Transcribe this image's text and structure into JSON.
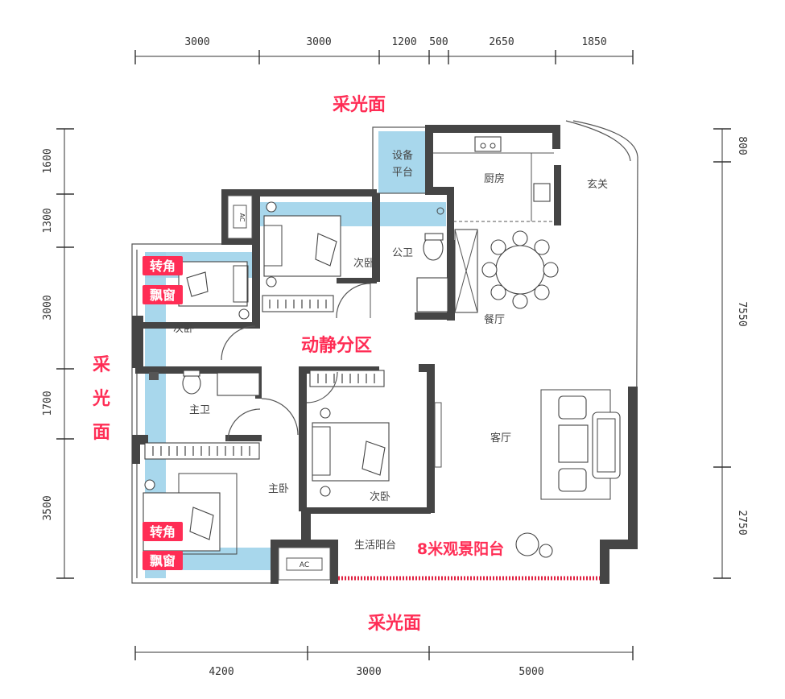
{
  "dims": {
    "top": [
      "3000",
      "3000",
      "1200",
      "500",
      "2650",
      "1850"
    ],
    "bottom": [
      "4200",
      "3000",
      "5000"
    ],
    "left": [
      "1600",
      "1300",
      "3000",
      "1700",
      "3500"
    ],
    "right": [
      "800",
      "7550",
      "2750"
    ]
  },
  "labels": {
    "light_top": "采光面",
    "light_bottom": "采光面",
    "light_left": [
      "采",
      "光",
      "面"
    ],
    "zone": "动静分区",
    "balcony_view": "8米观景阳台",
    "bay_window_1": [
      "转角",
      "飘窗"
    ],
    "bay_window_2": [
      "转角",
      "飘窗"
    ]
  },
  "rooms": {
    "equipment": [
      "设备",
      "平台"
    ],
    "kitchen": "厨房",
    "entrance": "玄关",
    "bedroom_top": "次卧",
    "public_bath": "公卫",
    "bedroom_left": "次卧",
    "dining": "餐厅",
    "master_bath": "主卫",
    "bedroom_mid": "次卧",
    "master": "主卧",
    "living": "客厅",
    "balcony": "生活阳台"
  },
  "ac_label": "AC",
  "colors": {
    "highlight": "#ff2d55",
    "wall": "#454545",
    "window": "#9fd3ea"
  }
}
